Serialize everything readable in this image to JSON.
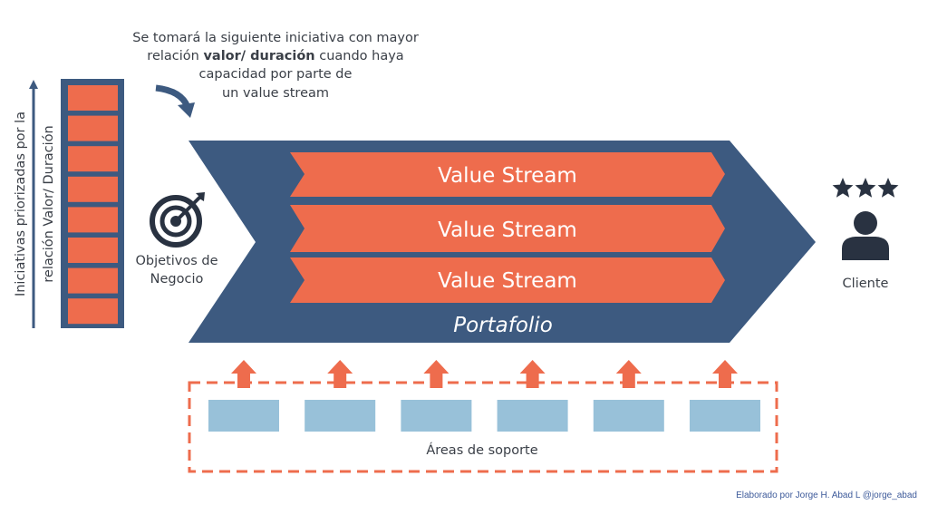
{
  "annotation": {
    "line1": "Se tomará la siguiente iniciativa con mayor",
    "line2_pre": "relación ",
    "line2_bold": "valor/ duración",
    "line2_post": " cuando haya",
    "line3": "capacidad por parte de",
    "line4": "un value stream"
  },
  "backlog_axis": {
    "line1": "Iniciativas priorizadas por la",
    "line2": "relación Valor/ Duración"
  },
  "objectives": {
    "line1": "Objetivos de",
    "line2": "Negocio"
  },
  "value_streams": [
    "Value Stream",
    "Value Stream",
    "Value Stream"
  ],
  "portfolio_label": "Portafolio",
  "client": {
    "label": "Cliente",
    "stars": 3
  },
  "support": {
    "label": "Áreas de soporte",
    "boxes": 6
  },
  "credit": "Elaborado por Jorge H. Abad L @jorge_abad",
  "colors": {
    "navy": "#3d5a80",
    "orange": "#ee6c4d",
    "lightblue": "#98c1d9",
    "dark": "#293241"
  }
}
